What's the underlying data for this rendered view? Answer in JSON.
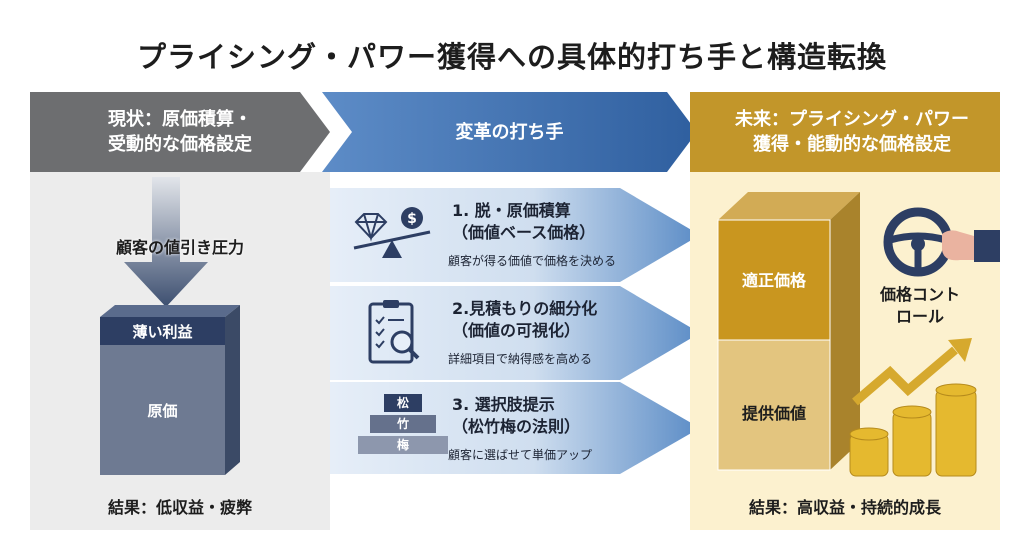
{
  "title": "プライシング・パワー獲得への具体的打ち手と構造転換",
  "left": {
    "header_line1": "現状：原価積算・",
    "header_line2": "受動的な価格設定",
    "pressure": "顧客の値引き圧力",
    "thin_profit": "薄い利益",
    "cost": "原価",
    "result": "結果：低収益・疲弊"
  },
  "middle": {
    "header": "変革の打ち手",
    "items": [
      {
        "title_line1": "1. 脱・原価積算",
        "title_line2": "（価値ベース価格）",
        "sub": "顧客が得る価値で価格を決める",
        "icon": "scale-diamond-dollar-icon"
      },
      {
        "title_line1": "2.見積もりの細分化",
        "title_line2": "（価値の可視化）",
        "sub": "詳細項目で納得感を高める",
        "icon": "clipboard-magnifier-icon"
      },
      {
        "title_line1": "3. 選択肢提示",
        "title_line2": "（松竹梅の法則）",
        "sub": "顧客に選ばせて単価アップ",
        "icon": "tier-stack-icon",
        "tiers": [
          "松",
          "竹",
          "梅"
        ]
      }
    ]
  },
  "right": {
    "header_line1": "未来：プライシング・パワー",
    "header_line2": "獲得・能動的な価格設定",
    "fair_price": "適正価格",
    "value_provided": "提供価値",
    "control_line1": "価格コント",
    "control_line2": "ロール",
    "result": "結果：高収益・持続的成長"
  },
  "colors": {
    "gray": "#6d6e70",
    "blue": "#2f5f9f",
    "gold": "#c2962a",
    "navy": "#2d3e63"
  }
}
